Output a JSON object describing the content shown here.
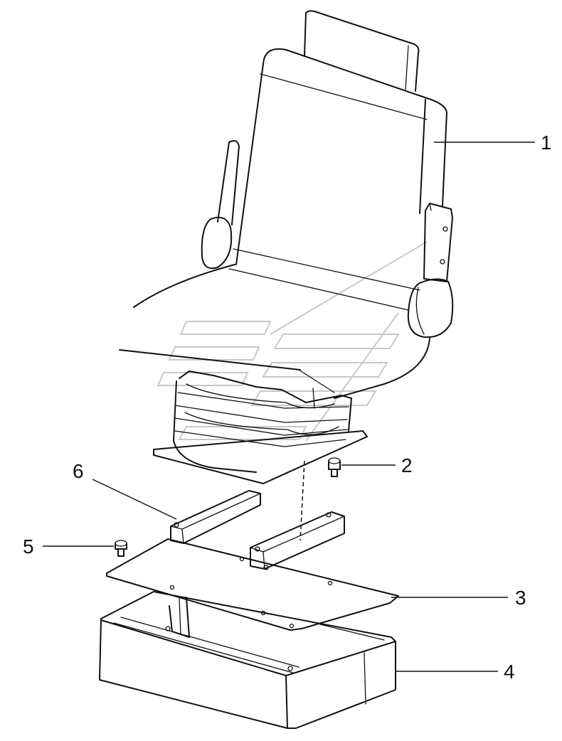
{
  "callouts": {
    "c1": "1",
    "c2": "2",
    "c3": "3",
    "c4": "4",
    "c5": "5",
    "c6": "6"
  },
  "colors": {
    "ink": "#111111",
    "watermark": "#c8c8c8",
    "background": "#ffffff"
  }
}
